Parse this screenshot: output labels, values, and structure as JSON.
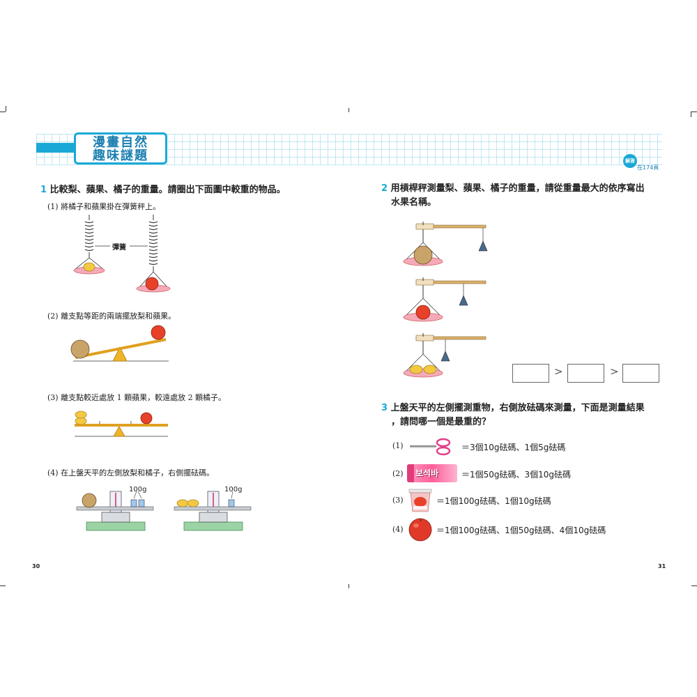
{
  "header": {
    "title_line1": "漫畫自然",
    "title_line2": "趣味謎題",
    "answer_badge": "解答",
    "answer_page": "在174頁"
  },
  "left": {
    "q1": {
      "number": "1",
      "text": "比較梨、蘋果、橘子的重量。請圈出下面圖中較重的物品。",
      "sub1": "(1) 將橘子和蘋果掛在彈簧秤上。",
      "spring_label": "彈簧",
      "sub2": "(2) 離支點等距的兩端擺放梨和蘋果。",
      "sub3": "(3) 離支點較近處放 1 顆蘋果，較遠處放 2 顆橘子。",
      "sub4": "(4) 在上盤天平的左側放梨和橘子，右側擺砝碼。",
      "weight_label_a": "100g",
      "weight_label_b": "100g"
    },
    "page_number": "30"
  },
  "right": {
    "q2": {
      "number": "2",
      "text_line1": "用槓桿秤測量梨、蘋果、橘子的重量，請從重量最大的依序寫出",
      "text_line2": "水果名稱。",
      "gt1": ">",
      "gt2": ">"
    },
    "q3": {
      "number": "3",
      "text_line1": "上盤天平的左側擺測重物，右側放砝碼來測量，下面是測量結果",
      "text_line2": "，請問哪一個是最重的？",
      "items": [
        {
          "num": "(1)",
          "result": "＝3個10g砝碼、1個5g砝碼"
        },
        {
          "num": "(2)",
          "result": "＝1個50g砝碼、3個10g砝碼"
        },
        {
          "num": "(3)",
          "result": "＝1個100g砝碼、1個10g砝碼"
        },
        {
          "num": "(4)",
          "result": "＝1個100g砝碼、1個50g砝碼、4個10g砝碼"
        }
      ],
      "snack_label": "보석바"
    },
    "page_number": "31"
  },
  "colors": {
    "accent": "#1aa9d6",
    "plate": "#f6a9b8",
    "orange": "#f5c842",
    "apple": "#e8412a",
    "pear": "#c9a46a",
    "seesaw": "#f0b429"
  }
}
